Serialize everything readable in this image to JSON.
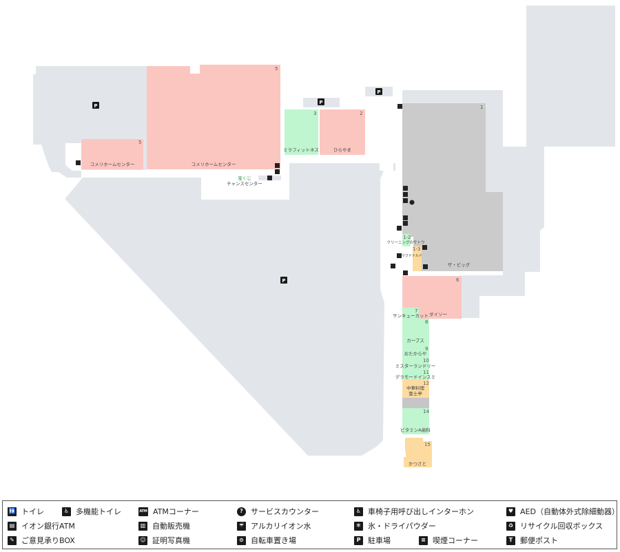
{
  "stores": [
    {
      "num": "1",
      "name": "ザ・ビッグ",
      "category": "grocery"
    },
    {
      "num": "2",
      "name": "ひらやま",
      "category": "shop"
    },
    {
      "num": "3",
      "name": "ミラフィットネス",
      "category": "service"
    },
    {
      "num": "5",
      "name": "コメリホームセンター",
      "category": "shop"
    },
    {
      "num": "5",
      "name": "コメリホームセンター",
      "category": "shop"
    },
    {
      "num": "1-2",
      "name": "クリーニングのサトウ",
      "category": "service"
    },
    {
      "num": "1-3",
      "name": "マクドナルド",
      "category": "food"
    },
    {
      "num": "6",
      "name": "ダイソー",
      "category": "shop"
    },
    {
      "num": "7",
      "name": "サンキューカット",
      "category": "service"
    },
    {
      "num": "8",
      "name": "カーブス",
      "category": "service"
    },
    {
      "num": "9",
      "name": "おたからや",
      "category": "service"
    },
    {
      "num": "10",
      "name": "ミスターランドリー",
      "category": "service"
    },
    {
      "num": "11",
      "name": "デラモードインスミ",
      "category": "service"
    },
    {
      "num": "12",
      "name": "中華料理 富士亭",
      "category": "food"
    },
    {
      "num": "14",
      "name": "ビタミンA歯科",
      "category": "service"
    },
    {
      "num": "15",
      "name": "かつさと",
      "category": "food"
    }
  ],
  "map_labels": {
    "takarakuji": "宝くじ",
    "chance_center": "チャンスセンター",
    "chuka_line1": "中華料理",
    "chuka_line2": "富士亭"
  },
  "parking_glyph": "P",
  "colors": {
    "parking_area": "#e2e6ea",
    "shop": "#fcc6c0",
    "service": "#bff5cf",
    "food": "#fddba0",
    "grocery": "#cbcbcb",
    "vacant": "#c6c6c6"
  },
  "legend": [
    {
      "icon": "toilet-icon",
      "label": "トイレ"
    },
    {
      "icon": "accessible-toilet-icon",
      "label": "多機能トイレ"
    },
    {
      "icon": "atm-corner-icon",
      "label": "ATMコーナー"
    },
    {
      "icon": "service-counter-icon",
      "label": "サービスカウンター"
    },
    {
      "icon": "wheelchair-intercom-icon",
      "label": "車椅子用呼び出しインターホン"
    },
    {
      "icon": "aed-icon",
      "label": "AED（自動体外式除細動器）"
    },
    {
      "icon": "aeon-bank-atm-icon",
      "label": "イオン銀行ATM"
    },
    {
      "icon": "vending-machine-icon",
      "label": "自動販売機"
    },
    {
      "icon": "alkaline-water-icon",
      "label": "アルカリイオン水"
    },
    {
      "icon": "ice-dry-powder-icon",
      "label": "氷・ドライパウダー"
    },
    {
      "icon": "recycle-box-icon",
      "label": "リサイクル回収ボックス"
    },
    {
      "icon": "suggestion-box-icon",
      "label": "ご意見承りBOX"
    },
    {
      "icon": "id-photo-icon",
      "label": "証明写真機"
    },
    {
      "icon": "bicycle-parking-icon",
      "label": "自転車置き場"
    },
    {
      "icon": "parking-icon",
      "label": "駐車場"
    },
    {
      "icon": "smoking-area-icon",
      "label": "喫煙コーナー"
    },
    {
      "icon": "postbox-icon",
      "label": "郵便ポスト"
    }
  ]
}
